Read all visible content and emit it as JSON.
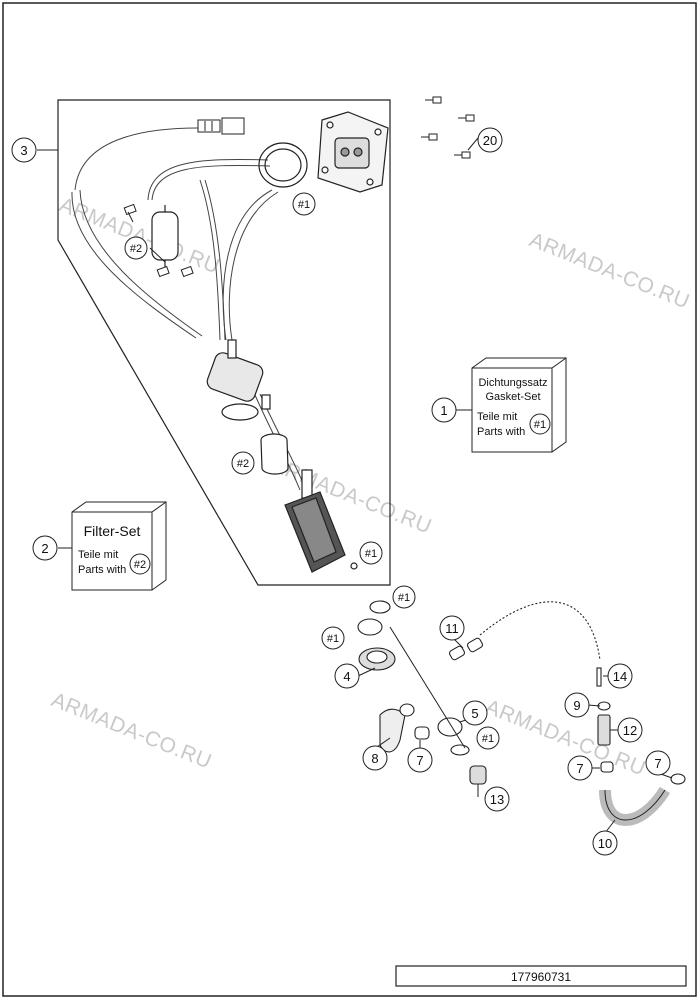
{
  "watermark": "ARMADA-CO.RU",
  "drawing_number": "177960731",
  "callouts": {
    "c1": "1",
    "c2": "2",
    "c3": "3",
    "c4": "4",
    "c5": "5",
    "c7a": "7",
    "c7b": "7",
    "c7c": "7",
    "c8": "8",
    "c9": "9",
    "c10": "10",
    "c11": "11",
    "c12": "12",
    "c13": "13",
    "c14": "14",
    "c20": "20"
  },
  "refs": {
    "r1a": "#1",
    "r1b": "#1",
    "r1c": "#1",
    "r1d": "#1",
    "r1e": "#1",
    "r1f": "#1",
    "r2a": "#2",
    "r2b": "#2",
    "r2c": "#2"
  },
  "gasket_box": {
    "line1": "Dichtungssatz",
    "line2": "Gasket-Set",
    "line3": "Teile mit",
    "line4": "Parts with",
    "ref": "#1"
  },
  "filter_box": {
    "title": "Filter-Set",
    "line3": "Teile mit",
    "line4": "Parts with",
    "ref": "#2"
  }
}
